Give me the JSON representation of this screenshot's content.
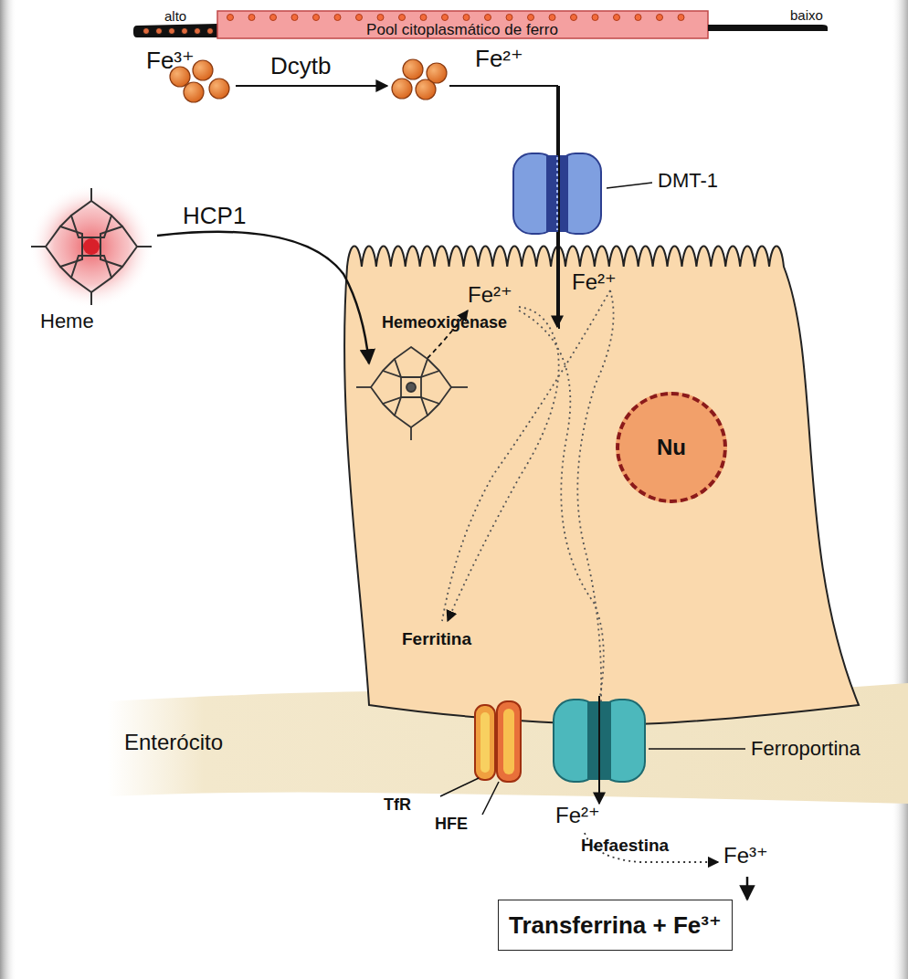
{
  "diagram": {
    "nodes": [
      {
        "text": [
          "Pool citoplasmático de ferro"
        ]
      },
      {
        "text": [
          "Nu"
        ]
      },
      {
        "text": [
          "Transferrina + Fe³⁺"
        ]
      }
    ],
    "labels": [
      "alto",
      "baixo",
      "Fe³⁺",
      "Dcytb",
      "Fe²⁺",
      "DMT-1",
      "HCP1",
      "Heme",
      "Fe²⁺",
      "Fe²⁺",
      "Hemeoxigenase",
      "Ferritina",
      "Enterócito",
      "TfR",
      "HFE",
      "Ferroportina",
      "Fe²⁺",
      "Hefaestina",
      "Fe³⁺"
    ]
  }
}
